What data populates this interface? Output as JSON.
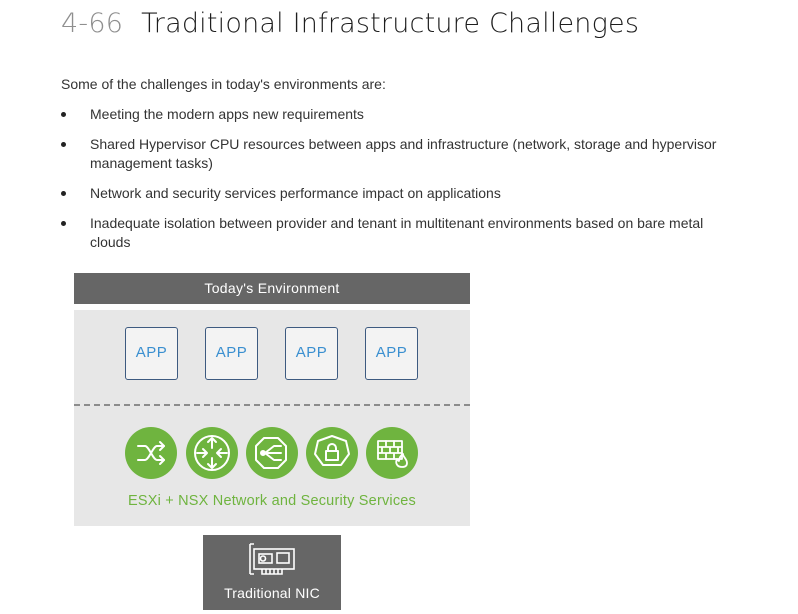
{
  "heading": {
    "number": "4-66",
    "title": "Traditional Infrastructure Challenges"
  },
  "intro": "Some of the challenges in today's environments are:",
  "bullets": [
    "Meeting the modern apps new requirements",
    "Shared Hypervisor CPU resources between apps and infrastructure (network, storage and hypervisor management tasks)",
    "Network and security services performance impact on applications",
    "Inadequate isolation between provider and tenant in multitenant environments based on bare metal clouds"
  ],
  "diagram": {
    "header": "Today's Environment",
    "apps": [
      "APP",
      "APP",
      "APP",
      "APP"
    ],
    "services_label": "ESXi + NSX Network and Security Services",
    "services_icons": [
      "switch-icon",
      "router-icon",
      "load-balancer-icon",
      "security-icon",
      "firewall-icon"
    ],
    "nic_label": "Traditional NIC",
    "colors": {
      "header": "#666666",
      "body": "#e7e7e7",
      "green": "#6fb43f",
      "app_text": "#3a8fd0",
      "app_border": "#3d5a80"
    }
  }
}
